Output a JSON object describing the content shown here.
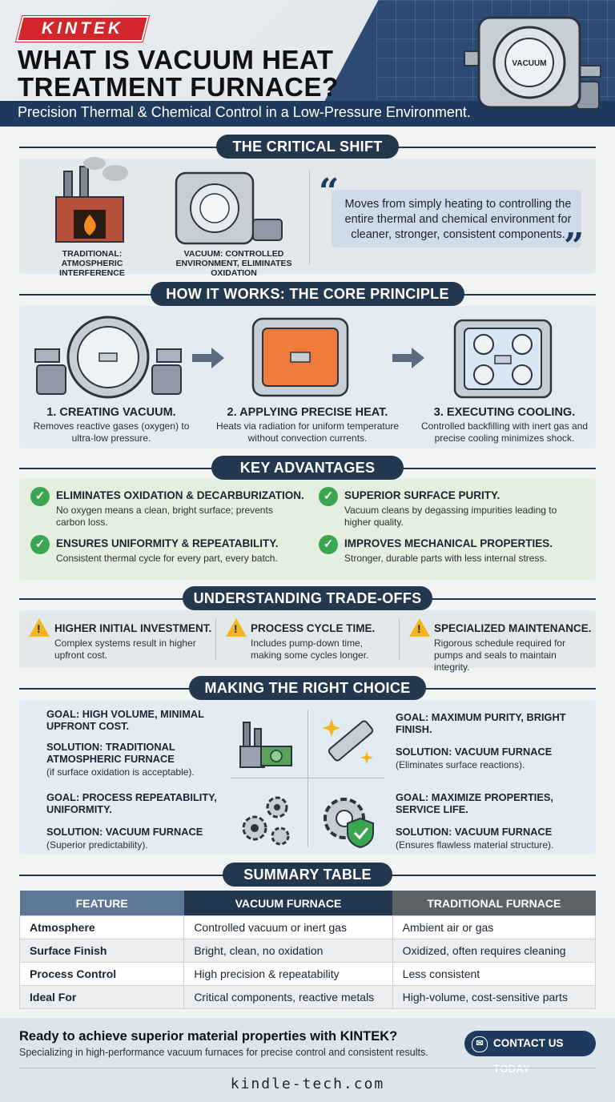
{
  "header": {
    "logo": "KINTEK",
    "title": "WHAT IS VACUUM HEAT TREATMENT FURNACE?",
    "subtitle": "Precision Thermal & Chemical Control in a Low-Pressure Environment.",
    "hero_label": "VACUUM"
  },
  "critical_shift": {
    "heading": "THE CRITICAL SHIFT",
    "traditional_caption": "TRADITIONAL: ATMOSPHERIC INTERFERENCE",
    "vacuum_caption": "VACUUM: CONTROLLED ENVIRONMENT, ELIMINATES OXIDATION",
    "quote": "Moves from simply heating to controlling the entire thermal and chemical environment for cleaner, stronger, consistent components."
  },
  "how_it_works": {
    "heading": "HOW IT WORKS: THE CORE PRINCIPLE",
    "steps": [
      {
        "title": "1. CREATING VACUUM.",
        "desc": "Removes reactive gases (oxygen) to ultra-low pressure."
      },
      {
        "title": "2. APPLYING PRECISE HEAT.",
        "desc": "Heats via radiation for uniform temperature without convection currents."
      },
      {
        "title": "3. EXECUTING COOLING.",
        "desc": "Controlled backfilling with inert gas and precise cooling minimizes shock."
      }
    ]
  },
  "advantages": {
    "heading": "KEY ADVANTAGES",
    "items": [
      {
        "title": "ELIMINATES OXIDATION & DECARBURIZATION.",
        "desc": "No oxygen means a clean, bright surface; prevents carbon loss."
      },
      {
        "title": "SUPERIOR SURFACE PURITY.",
        "desc": "Vacuum cleans by degassing impurities leading to higher quality."
      },
      {
        "title": "ENSURES UNIFORMITY & REPEATABILITY.",
        "desc": "Consistent thermal cycle for every part, every batch."
      },
      {
        "title": "IMPROVES MECHANICAL PROPERTIES.",
        "desc": "Stronger, durable parts with less internal stress."
      }
    ]
  },
  "tradeoffs": {
    "heading": "UNDERSTANDING TRADE-OFFS",
    "items": [
      {
        "title": "HIGHER INITIAL INVESTMENT.",
        "desc": "Complex systems result in higher upfront cost."
      },
      {
        "title": "PROCESS CYCLE TIME.",
        "desc": "Includes pump-down time, making some cycles longer."
      },
      {
        "title": "SPECIALIZED MAINTENANCE.",
        "desc": "Rigorous schedule required for pumps and seals to maintain integrity."
      }
    ]
  },
  "choice": {
    "heading": "MAKING THE RIGHT CHOICE",
    "items": [
      {
        "goal": "GOAL: HIGH VOLUME, MINIMAL UPFRONT COST.",
        "solution": "SOLUTION: TRADITIONAL ATMOSPHERIC FURNACE",
        "note": "(if surface oxidation is acceptable)."
      },
      {
        "goal": "GOAL: MAXIMUM PURITY, BRIGHT FINISH.",
        "solution": "SOLUTION: VACUUM FURNACE",
        "note": "(Eliminates surface reactions)."
      },
      {
        "goal": "GOAL: PROCESS REPEATABILITY, UNIFORMITY.",
        "solution": "SOLUTION: VACUUM FURNACE",
        "note": "(Superior predictability)."
      },
      {
        "goal": "GOAL: MAXIMIZE PROPERTIES, SERVICE LIFE.",
        "solution": "SOLUTION: VACUUM FURNACE",
        "note": "(Ensures flawless material structure)."
      }
    ]
  },
  "summary": {
    "heading": "SUMMARY TABLE",
    "columns": [
      "FEATURE",
      "VACUUM FURNACE",
      "TRADITIONAL FURNACE"
    ],
    "rows": [
      [
        "Atmosphere",
        "Controlled vacuum or inert gas",
        "Ambient air or gas"
      ],
      [
        "Surface Finish",
        "Bright, clean, no oxidation",
        "Oxidized, often requires cleaning"
      ],
      [
        "Process Control",
        "High precision & repeatability",
        "Less consistent"
      ],
      [
        "Ideal For",
        "Critical components, reactive metals",
        "High-volume, cost-sensitive parts"
      ]
    ]
  },
  "footer": {
    "cta_title": "Ready to achieve superior material properties with KINTEK?",
    "cta_desc": "Specializing in high-performance vacuum furnaces for precise control and consistent results.",
    "button": "CONTACT US TODAY",
    "site": "kindle-tech.com"
  },
  "colors": {
    "navy": "#23374f",
    "red": "#d3262b",
    "green": "#3aa64f",
    "warning": "#f2b61f"
  }
}
